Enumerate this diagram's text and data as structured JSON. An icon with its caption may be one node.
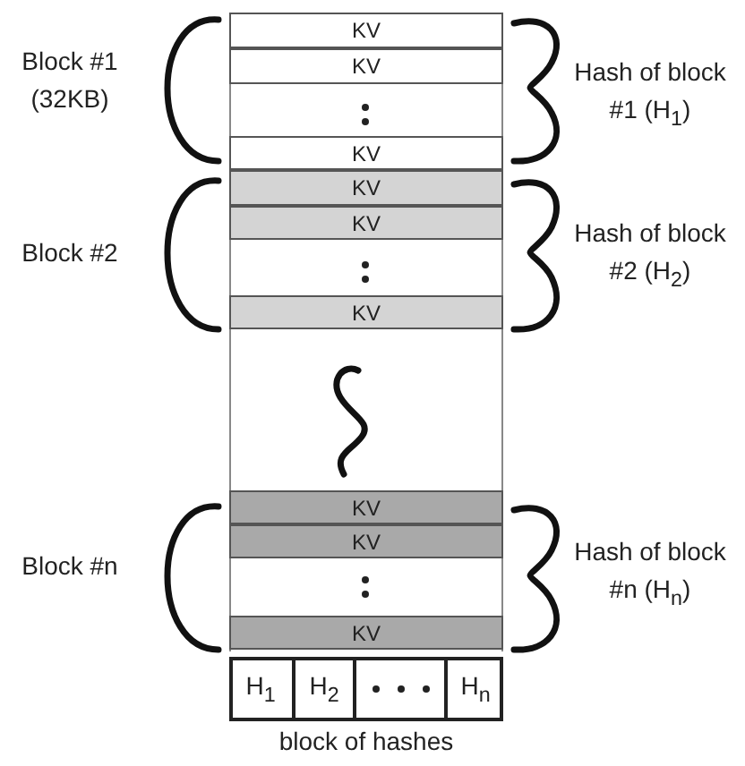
{
  "diagram": {
    "nodes": [
      {
        "text": [],
        "shape": "box"
      },
      {
        "text": [
          "KV"
        ],
        "in": 0
      },
      {
        "text": [
          "KV"
        ],
        "in": 0
      },
      {
        "text": [
          "KV"
        ],
        "in": 0
      },
      {
        "text": [
          "KV"
        ],
        "in": 0
      },
      {
        "text": [
          "KV"
        ],
        "in": 0
      },
      {
        "text": [
          "KV"
        ],
        "in": 0
      },
      {
        "text": [
          "KV"
        ],
        "in": 0
      },
      {
        "text": [
          "KV"
        ],
        "in": 0
      },
      {
        "text": [
          "KV"
        ],
        "in": 0
      },
      {
        "text": [],
        "shape": "box",
        "beside": [
          "block of hashes"
        ]
      },
      {
        "text": [
          "H$_{1}$"
        ],
        "in": 10
      },
      {
        "text": [
          "H$_{2}$"
        ],
        "in": 10
      },
      {
        "text": [],
        "shape": "box",
        "in": 10
      },
      {
        "text": [
          "H$_{n}$"
        ],
        "in": 10
      }
    ],
    "edges": [],
    "labels": [
      "Block #1 (32KB)",
      "Hash of block #1 (H$_{1}$)",
      "Block #2",
      "Hash of block #2 (H$_{2}$)",
      "Block #n",
      "Hash of block #n (H$_{n}$)"
    ]
  }
}
